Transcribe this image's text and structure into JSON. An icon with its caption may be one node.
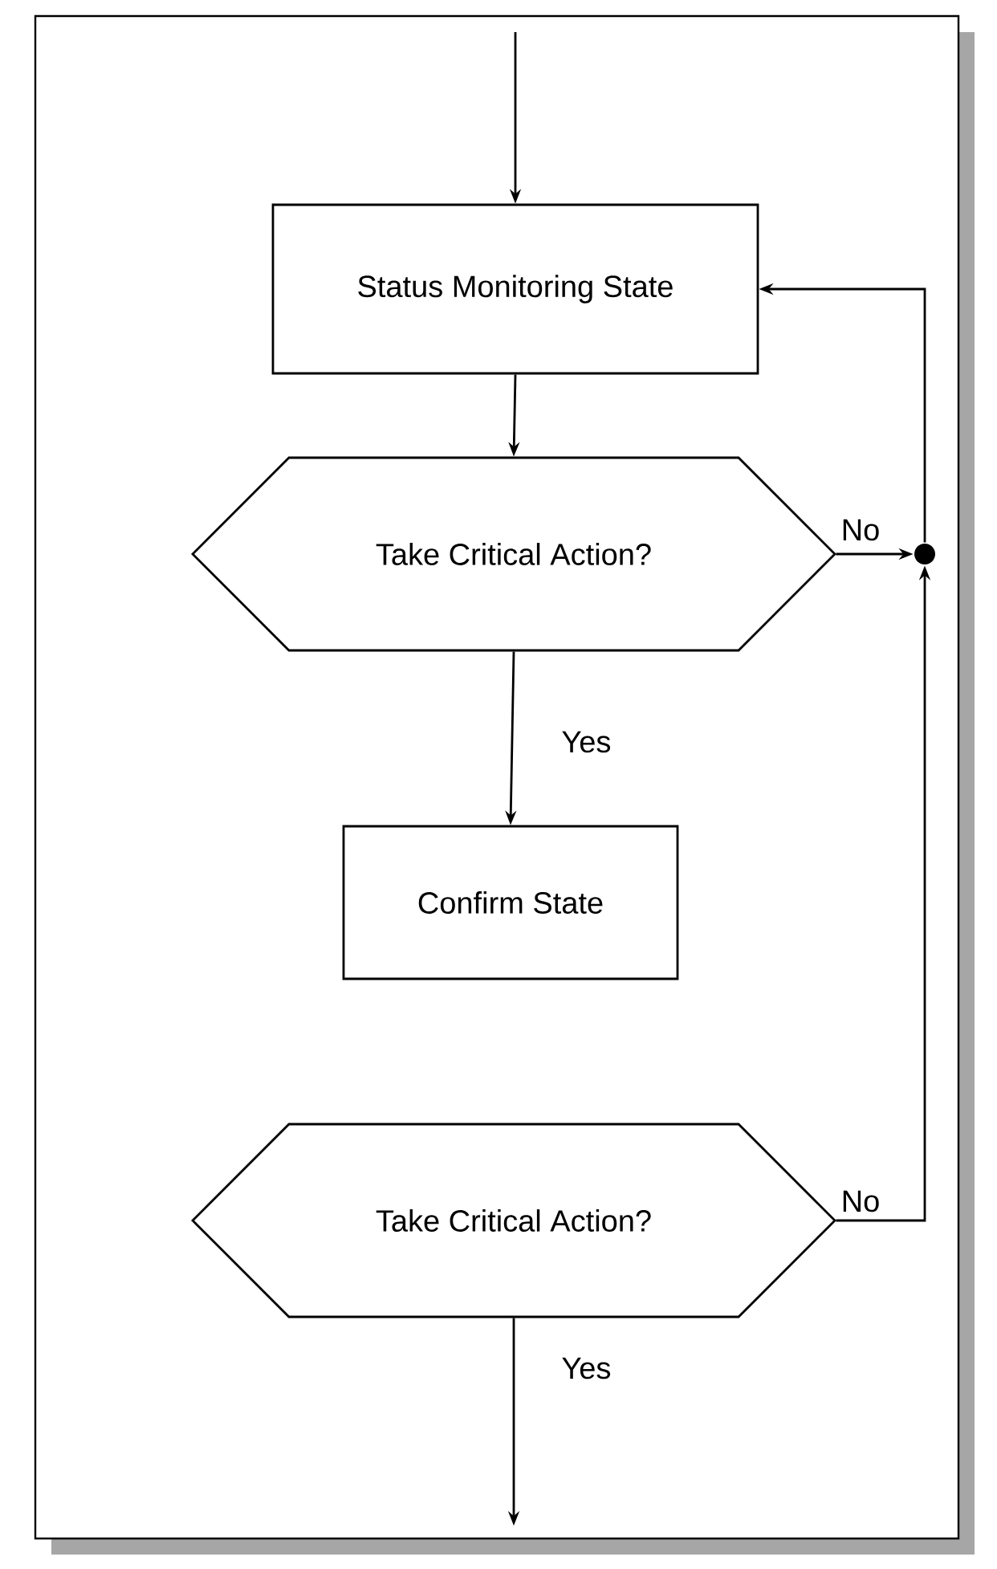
{
  "diagram": {
    "nodes": [
      {
        "text": [
          "Status Monitoring State"
        ]
      },
      {
        "text": [
          "Take Critical Action?"
        ]
      },
      {
        "text": [
          "Confirm State"
        ]
      },
      {
        "text": [
          "Take Critical Action?"
        ]
      },
      {
        "text": [],
        "shape": "circle"
      }
    ],
    "edges": [
      {
        "from": null,
        "to": 0,
        "arrow": "to"
      },
      {
        "from": 0,
        "to": 1,
        "arrow": "to"
      },
      {
        "from": 1,
        "to": 2,
        "arrow": "to",
        "label": "Yes"
      },
      {
        "from": 1,
        "to": 4,
        "arrow": "to",
        "label": "No"
      },
      {
        "from": 3,
        "to": 4,
        "arrow": "to",
        "label": "No"
      },
      {
        "from": 4,
        "to": 0,
        "arrow": "to"
      },
      {
        "from": 3,
        "to": null,
        "arrow": "to",
        "label": "Yes"
      }
    ]
  }
}
